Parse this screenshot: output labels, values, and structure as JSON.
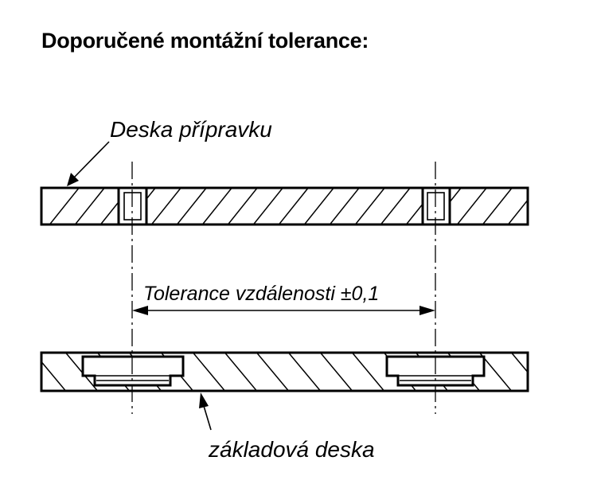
{
  "heading": "Doporučené montážní tolerance:",
  "labels": {
    "top_plate": "Deska přípravku",
    "tolerance": "Tolerance vzdálenosti ±0,1",
    "base_plate": "základová deska"
  }
}
